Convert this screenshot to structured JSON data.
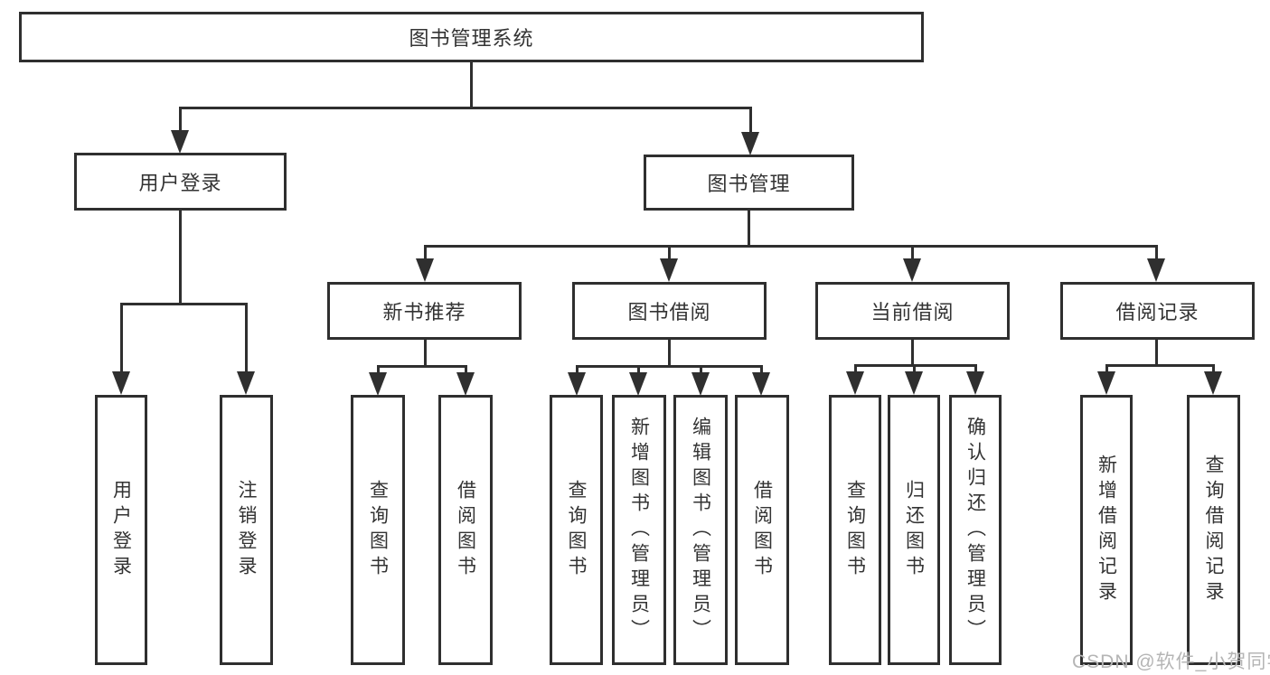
{
  "diagram": {
    "root": "图书管理系统",
    "level2": [
      {
        "label": "用户登录",
        "children": [
          {
            "label": "用户登录"
          },
          {
            "label": "注销登录"
          }
        ]
      },
      {
        "label": "图书管理",
        "children": [
          {
            "label": "新书推荐",
            "children": [
              {
                "label": "查询图书"
              },
              {
                "label": "借阅图书"
              }
            ]
          },
          {
            "label": "图书借阅",
            "children": [
              {
                "label": "查询图书"
              },
              {
                "label": "新增图书（管理员）"
              },
              {
                "label": "编辑图书（管理员）"
              },
              {
                "label": "借阅图书"
              }
            ]
          },
          {
            "label": "当前借阅",
            "children": [
              {
                "label": "查询图书"
              },
              {
                "label": "归还图书"
              },
              {
                "label": "确认归还（管理员）"
              }
            ]
          },
          {
            "label": "借阅记录",
            "children": [
              {
                "label": "新增借阅记录"
              },
              {
                "label": "查询借阅记录"
              }
            ]
          }
        ]
      }
    ]
  },
  "watermark": {
    "text": "CSDN @软件_小贺同学",
    "color": "#b5b5b5"
  },
  "colors": {
    "line": "#2f2f2f",
    "box_background": "#ffffff",
    "text": "#333333"
  }
}
